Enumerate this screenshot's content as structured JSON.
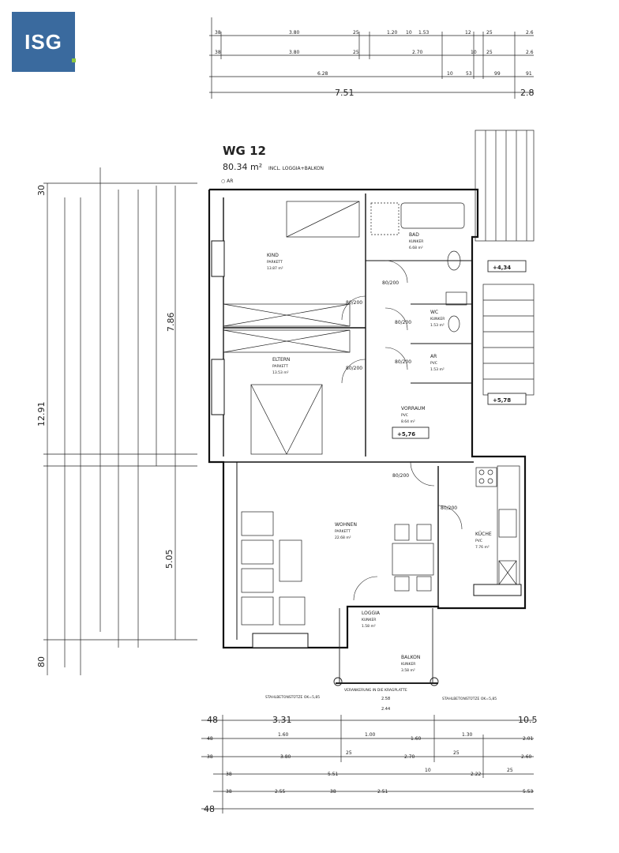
{
  "brand": {
    "logo_text": "ISG",
    "color": "#3a6a9e"
  },
  "unit": {
    "name": "WG 12",
    "area": "80.34 m²",
    "area_note": "INCL. LOGGIA+BALKON",
    "ar_note": "○ AR"
  },
  "rooms": [
    {
      "name": "KIND",
      "floor": "PARKETT",
      "area": "13.87 m²"
    },
    {
      "name": "ELTERN",
      "floor": "PARKETT",
      "area": "13.53 m²"
    },
    {
      "name": "BAD",
      "floor": "KUNKER",
      "area": "6.68 m²"
    },
    {
      "name": "WC",
      "floor": "KUNKER",
      "area": "1.53 m²"
    },
    {
      "name": "AR",
      "floor": "PVC",
      "area": "1.53 m²"
    },
    {
      "name": "VORRAUM",
      "floor": "PVC",
      "area": "8.64 m²"
    },
    {
      "name": "WOHNEN",
      "floor": "PARKETT",
      "area": "22.68 m²"
    },
    {
      "name": "KÜCHE",
      "floor": "PVC",
      "area": "7.76 m²"
    },
    {
      "name": "LOGGIA",
      "floor": "KUNKER",
      "area": "1.58 m²"
    },
    {
      "name": "BALKON",
      "floor": "KUNKER",
      "area": "3.58 m²"
    }
  ],
  "levels": [
    "+4,34",
    "+5,78",
    "+5,76"
  ],
  "doors": [
    "80/200",
    "80/200",
    "80/200",
    "80/200",
    "80/200",
    "80/200",
    "80/200"
  ],
  "top_dims": {
    "row1": [
      "38",
      "3.80",
      "25",
      "1.20",
      "10",
      "1.53",
      "12",
      "25",
      "2.6"
    ],
    "row2": [
      "38",
      "3.80",
      "25",
      "2.70",
      "10",
      "25",
      "2.6"
    ],
    "row3": [
      "6.28",
      "10",
      "53",
      "99",
      "91"
    ],
    "total": [
      "7.51",
      "2.8"
    ]
  },
  "left_dims": {
    "overall": "12.91",
    "right_total": "7.86",
    "lower_total": "5.05",
    "top": "30",
    "bottom": "80"
  },
  "bottom_dims": {
    "row1": [
      "48",
      "3.31",
      "10.5"
    ],
    "row2": [
      "48",
      "1.60",
      "1.00",
      "1.60",
      "1.30",
      "2.01"
    ],
    "row3": [
      "38",
      "3.80",
      "25",
      "2.70",
      "25",
      "2.60"
    ],
    "row4": [
      "38",
      "5.51",
      "10",
      "2.22",
      "25"
    ],
    "row5": [
      "38",
      "2.55",
      "38",
      "2.51",
      "5.53"
    ],
    "row6": [
      "48"
    ]
  },
  "notes": {
    "stahl_left": "STAHLBETONSTÜTZE  OK=5,85",
    "stahl_right": "STAHLBETONSTÜTZE  OK=5,85",
    "kragplatte": "VERANKERUNG IN DIE KRAGPLATTE",
    "balkon_dims": [
      "2.58",
      "2.44"
    ]
  }
}
